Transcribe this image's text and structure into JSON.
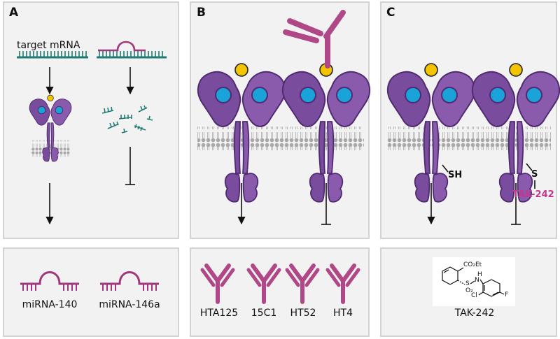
{
  "panels": {
    "a": {
      "label": "A",
      "mrna_label": "target mRNA",
      "mirnas": [
        "miRNA-140",
        "miRNA-146a"
      ]
    },
    "b": {
      "label": "B",
      "antibodies": [
        "HTA125",
        "15C1",
        "HT52",
        "HT4"
      ]
    },
    "c": {
      "label": "C",
      "sh_label": "SH",
      "s_label": "S",
      "inhibitor_label": "TAK-242",
      "compound_name": "TAK-242",
      "structure_labels": {
        "co2et": "CO₂Et",
        "h": "H",
        "n": "N",
        "s": "S",
        "o2": "O₂",
        "cl": "Cl",
        "f": "F"
      }
    }
  },
  "colors": {
    "receptor": "#7a4c9d",
    "receptor_dark": "#4f2a70",
    "receptor_light": "#9468b4",
    "ligand": "#f5c400",
    "binding_site": "#1aa3d9",
    "mirna": "#a0377c",
    "mrna": "#1f7a74",
    "antibody": "#b04888",
    "inhibitor_text": "#c2388f",
    "membrane": "#a8a8a8"
  }
}
